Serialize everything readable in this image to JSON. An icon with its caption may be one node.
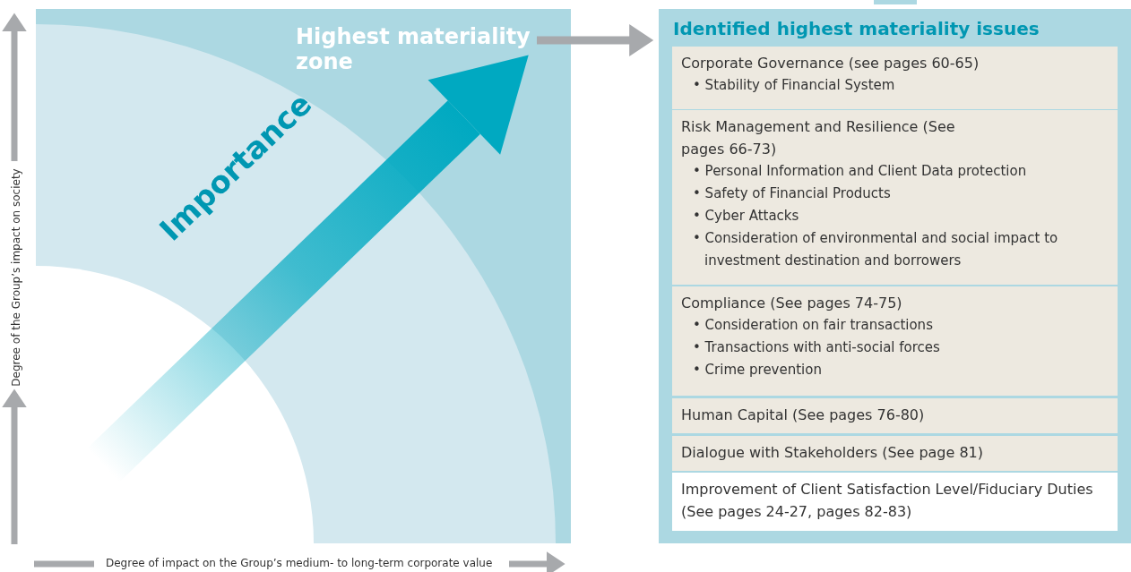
{
  "diagram": {
    "nodes": [
      {
        "text": [
          "Highest materiality zone"
        ]
      },
      {
        "text": [
          "Identified highest materiality issues"
        ]
      },
      {
        "text": [
          "Corporate Governance (see pages 60-65)",
          "• Stability of Financial System"
        ],
        "in": 1
      },
      {
        "text": [
          "Risk Management and Resilience (See pages 66-73)",
          "• Personal Information and Client Data protection",
          "• Safety of Financial Products",
          "• Cyber Attacks",
          "• Consideration of environmental and social impact to investment destination and borrowers"
        ],
        "in": 1
      },
      {
        "text": [
          "Compliance (See pages 74-75)",
          "• Consideration on fair transactions",
          "• Transactions with anti-social forces",
          "• Crime prevention"
        ],
        "in": 1
      },
      {
        "text": [
          "Human Capital (See pages 76-80)"
        ],
        "in": 1
      },
      {
        "text": [
          "Dialogue with Stakeholders (See page 81)"
        ],
        "in": 1
      },
      {
        "text": [
          "Improvement of Client Satisfaction Level/Fiduciary Duties (See pages 24-27, pages 82-83)"
        ],
        "in": 1
      }
    ],
    "edges": [
      {
        "from": 0,
        "to": 1,
        "arrow": "to"
      }
    ],
    "labels": [
      "Importance",
      "Degree of the Group’s impact on society",
      "Degree of impact on the Group’s medium- to long-term corporate value"
    ]
  }
}
